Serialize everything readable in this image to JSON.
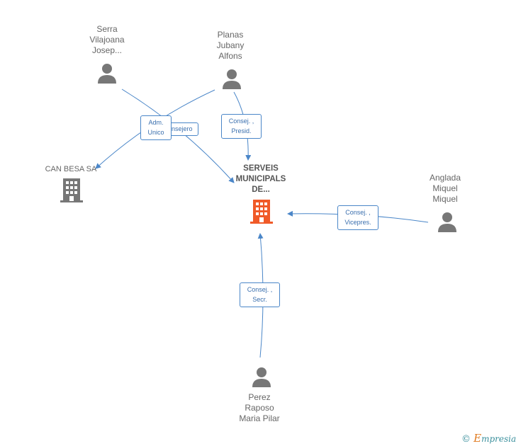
{
  "nodes": {
    "serra": {
      "lines": [
        "Serra",
        "Vilajoana",
        "Josep..."
      ],
      "kind": "person"
    },
    "planas": {
      "lines": [
        "Planas",
        "Jubany",
        "Alfons"
      ],
      "kind": "person"
    },
    "canbesa": {
      "lines": [
        "CAN BESA SA"
      ],
      "kind": "company"
    },
    "serveis": {
      "lines": [
        "SERVEIS",
        "MUNICIPALS",
        "DE..."
      ],
      "kind": "company-main"
    },
    "anglada": {
      "lines": [
        "Anglada",
        "Miquel",
        "Miquel"
      ],
      "kind": "person"
    },
    "perez": {
      "lines": [
        "Perez",
        "Raposo",
        "Maria Pilar"
      ],
      "kind": "person"
    }
  },
  "edges": {
    "adm_unico": {
      "lines": [
        "Adm.",
        "Unico"
      ]
    },
    "consejero": {
      "lines": [
        "Consejero"
      ]
    },
    "consej_presid": {
      "lines": [
        "Consej. ,",
        "Presid."
      ]
    },
    "consej_vicepres": {
      "lines": [
        "Consej. ,",
        "Vicepres."
      ]
    },
    "consej_secr": {
      "lines": [
        "Consej. ,",
        "Secr."
      ]
    }
  },
  "colors": {
    "edge": "#4a86c8",
    "person_icon": "#777777",
    "company_icon": "#777777",
    "main_company_icon": "#f05a28"
  },
  "watermark": {
    "copyright": "©",
    "brand_initial": "E",
    "brand_rest": "mpresia"
  }
}
